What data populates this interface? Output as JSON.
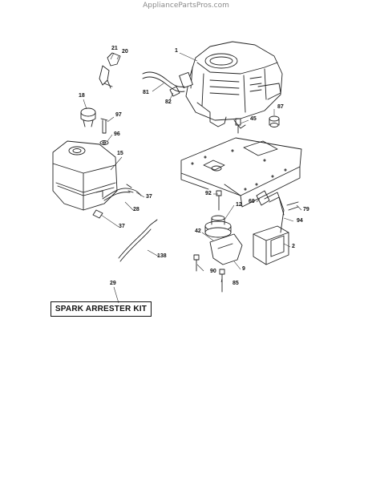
{
  "watermark": "AppliancePartsPros.com",
  "callouts": {
    "c1": "1",
    "c2": "2",
    "c9": "9",
    "c12": "12",
    "c15": "15",
    "c18": "18",
    "c20": "20",
    "c21": "21",
    "c28": "28",
    "c29": "29",
    "c37a": "37",
    "c37b": "37",
    "c42": "42",
    "c45": "45",
    "c69": "69",
    "c79": "79",
    "c81": "81",
    "c82": "82",
    "c85": "85",
    "c87": "87",
    "c90": "90",
    "c92": "92",
    "c94": "94",
    "c96": "96",
    "c97": "97",
    "c138": "138"
  },
  "kit_label": "SPARK ARRESTER KIT"
}
